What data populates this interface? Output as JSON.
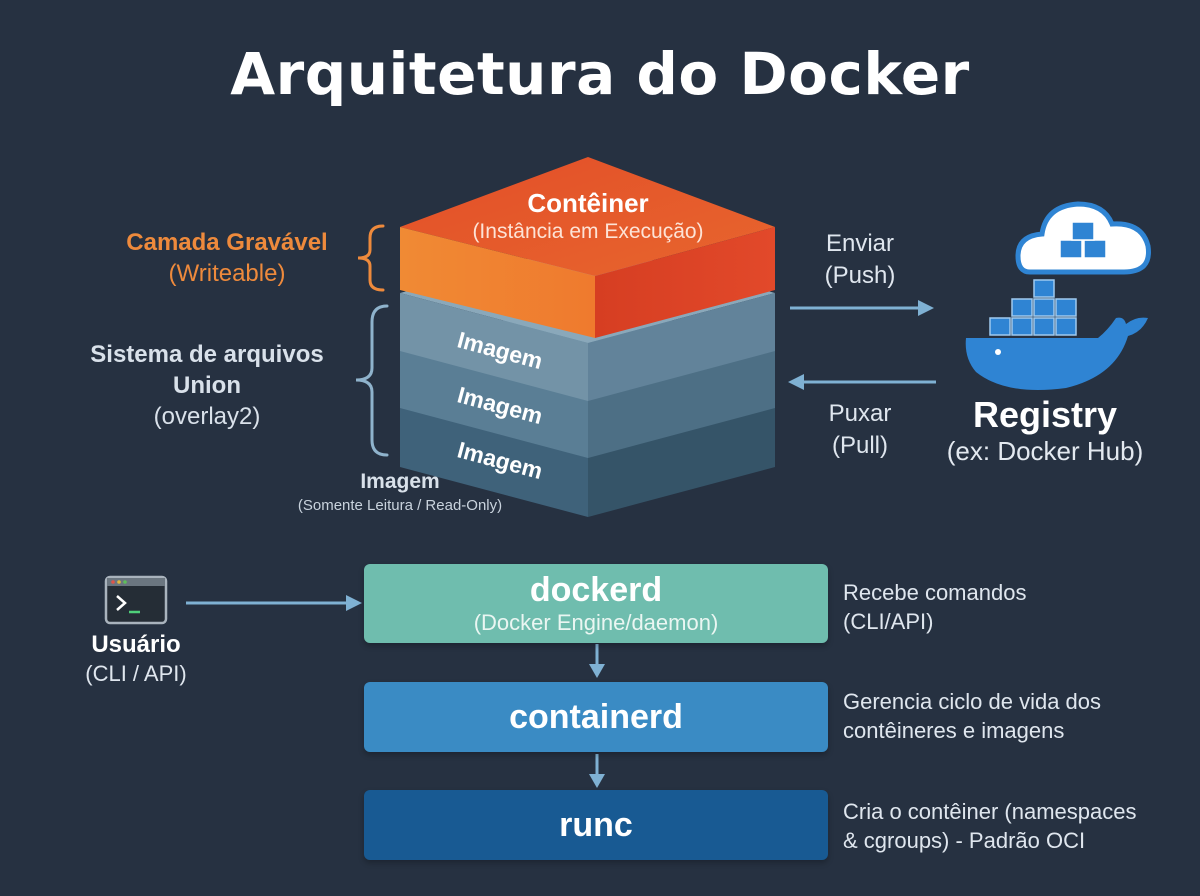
{
  "title": "Arquitetura do Docker",
  "stack": {
    "container": {
      "title": "Contêiner",
      "subtitle": "(Instância em Execução)"
    },
    "image_layer_label": "Imagem",
    "image_caption": {
      "title": "Imagem",
      "subtitle": "(Somente Leitura / Read-Only)"
    }
  },
  "left_labels": {
    "writable": {
      "line1": "Camada Gravável",
      "line2": "(Writeable)"
    },
    "unionfs": {
      "line1": "Sistema de arquivos",
      "line2": "Union",
      "line3": "(overlay2)"
    }
  },
  "flows": {
    "push": {
      "line1": "Enviar",
      "line2": "(Push)"
    },
    "pull": {
      "line1": "Puxar",
      "line2": "(Pull)"
    }
  },
  "registry": {
    "title": "Registry",
    "subtitle": "(ex: Docker Hub)"
  },
  "user": {
    "title": "Usuário",
    "subtitle": "(CLI / API)"
  },
  "components": {
    "dockerd": {
      "title": "dockerd",
      "subtitle": "(Docker Engine/daemon)",
      "desc1": "Recebe comandos",
      "desc2": "(CLI/API)"
    },
    "containerd": {
      "title": "containerd",
      "desc1": "Gerencia ciclo de vida dos",
      "desc2": "contêineres e imagens"
    },
    "runc": {
      "title": "runc",
      "desc1": "Cria o contêiner (namespaces",
      "desc2": "& cgroups) - Padrão OCI"
    }
  },
  "colors": {
    "background": "#263141",
    "container_top": "#e5552c",
    "writable_label": "#ee8a3c",
    "dockerd": "#6fbdae",
    "containerd": "#3a8bc4",
    "runc": "#185a93",
    "arrow": "#7fb1d3",
    "docker_blue": "#2f84d3"
  }
}
